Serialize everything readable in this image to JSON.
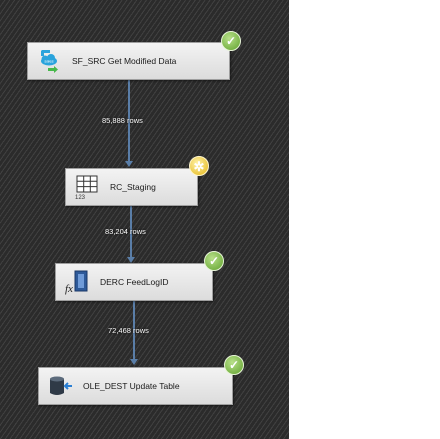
{
  "data_flow": {
    "components": [
      {
        "label": "SF_SRC Get Modified Data",
        "icon": "salesforce-source-icon",
        "status": "success"
      },
      {
        "label": "RC_Staging",
        "icon": "row-count-icon",
        "status": "in-progress"
      },
      {
        "label": "DERC FeedLogID",
        "icon": "derived-column-icon",
        "status": "success"
      },
      {
        "label": "OLE_DEST Update Table",
        "icon": "ole-db-destination-icon",
        "status": "success"
      }
    ],
    "paths": [
      {
        "rows": "85,888 rows"
      },
      {
        "rows": "83,204 rows"
      },
      {
        "rows": "72,468 rows"
      }
    ]
  },
  "colors": {
    "canvas": "#2b2b2b",
    "connector": "#5a7ea8",
    "success": "#5fa12c",
    "in_progress": "#e3b516"
  },
  "icons": {
    "success_badge": "check-icon",
    "progress_badge": "gear-icon"
  }
}
